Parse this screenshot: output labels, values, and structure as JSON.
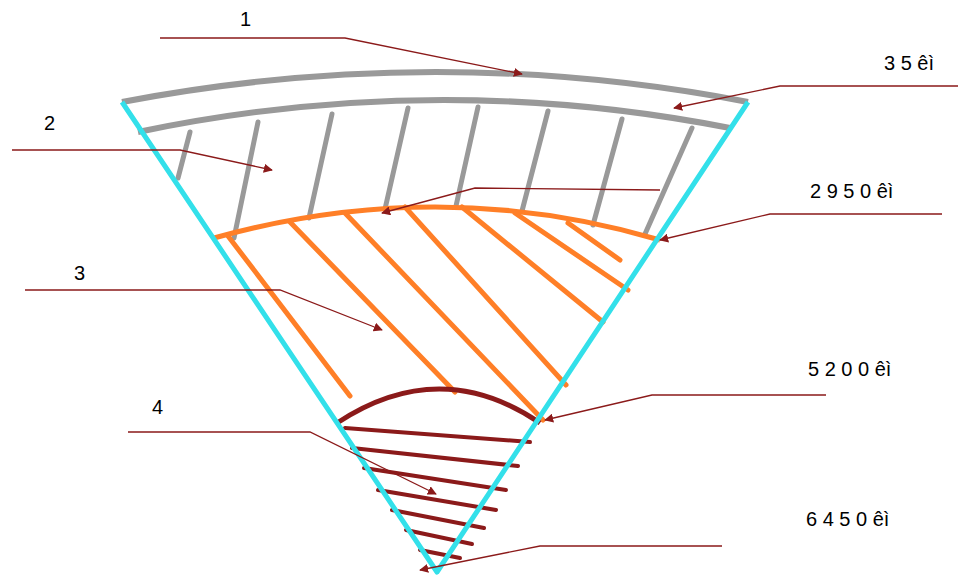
{
  "diagram": {
    "labels": [
      "1",
      "3 5 êì",
      "2",
      "2 9 5 0 êì",
      "3",
      "5 2 0 0 êì",
      "4",
      "6 4 5 0 êì"
    ]
  }
}
